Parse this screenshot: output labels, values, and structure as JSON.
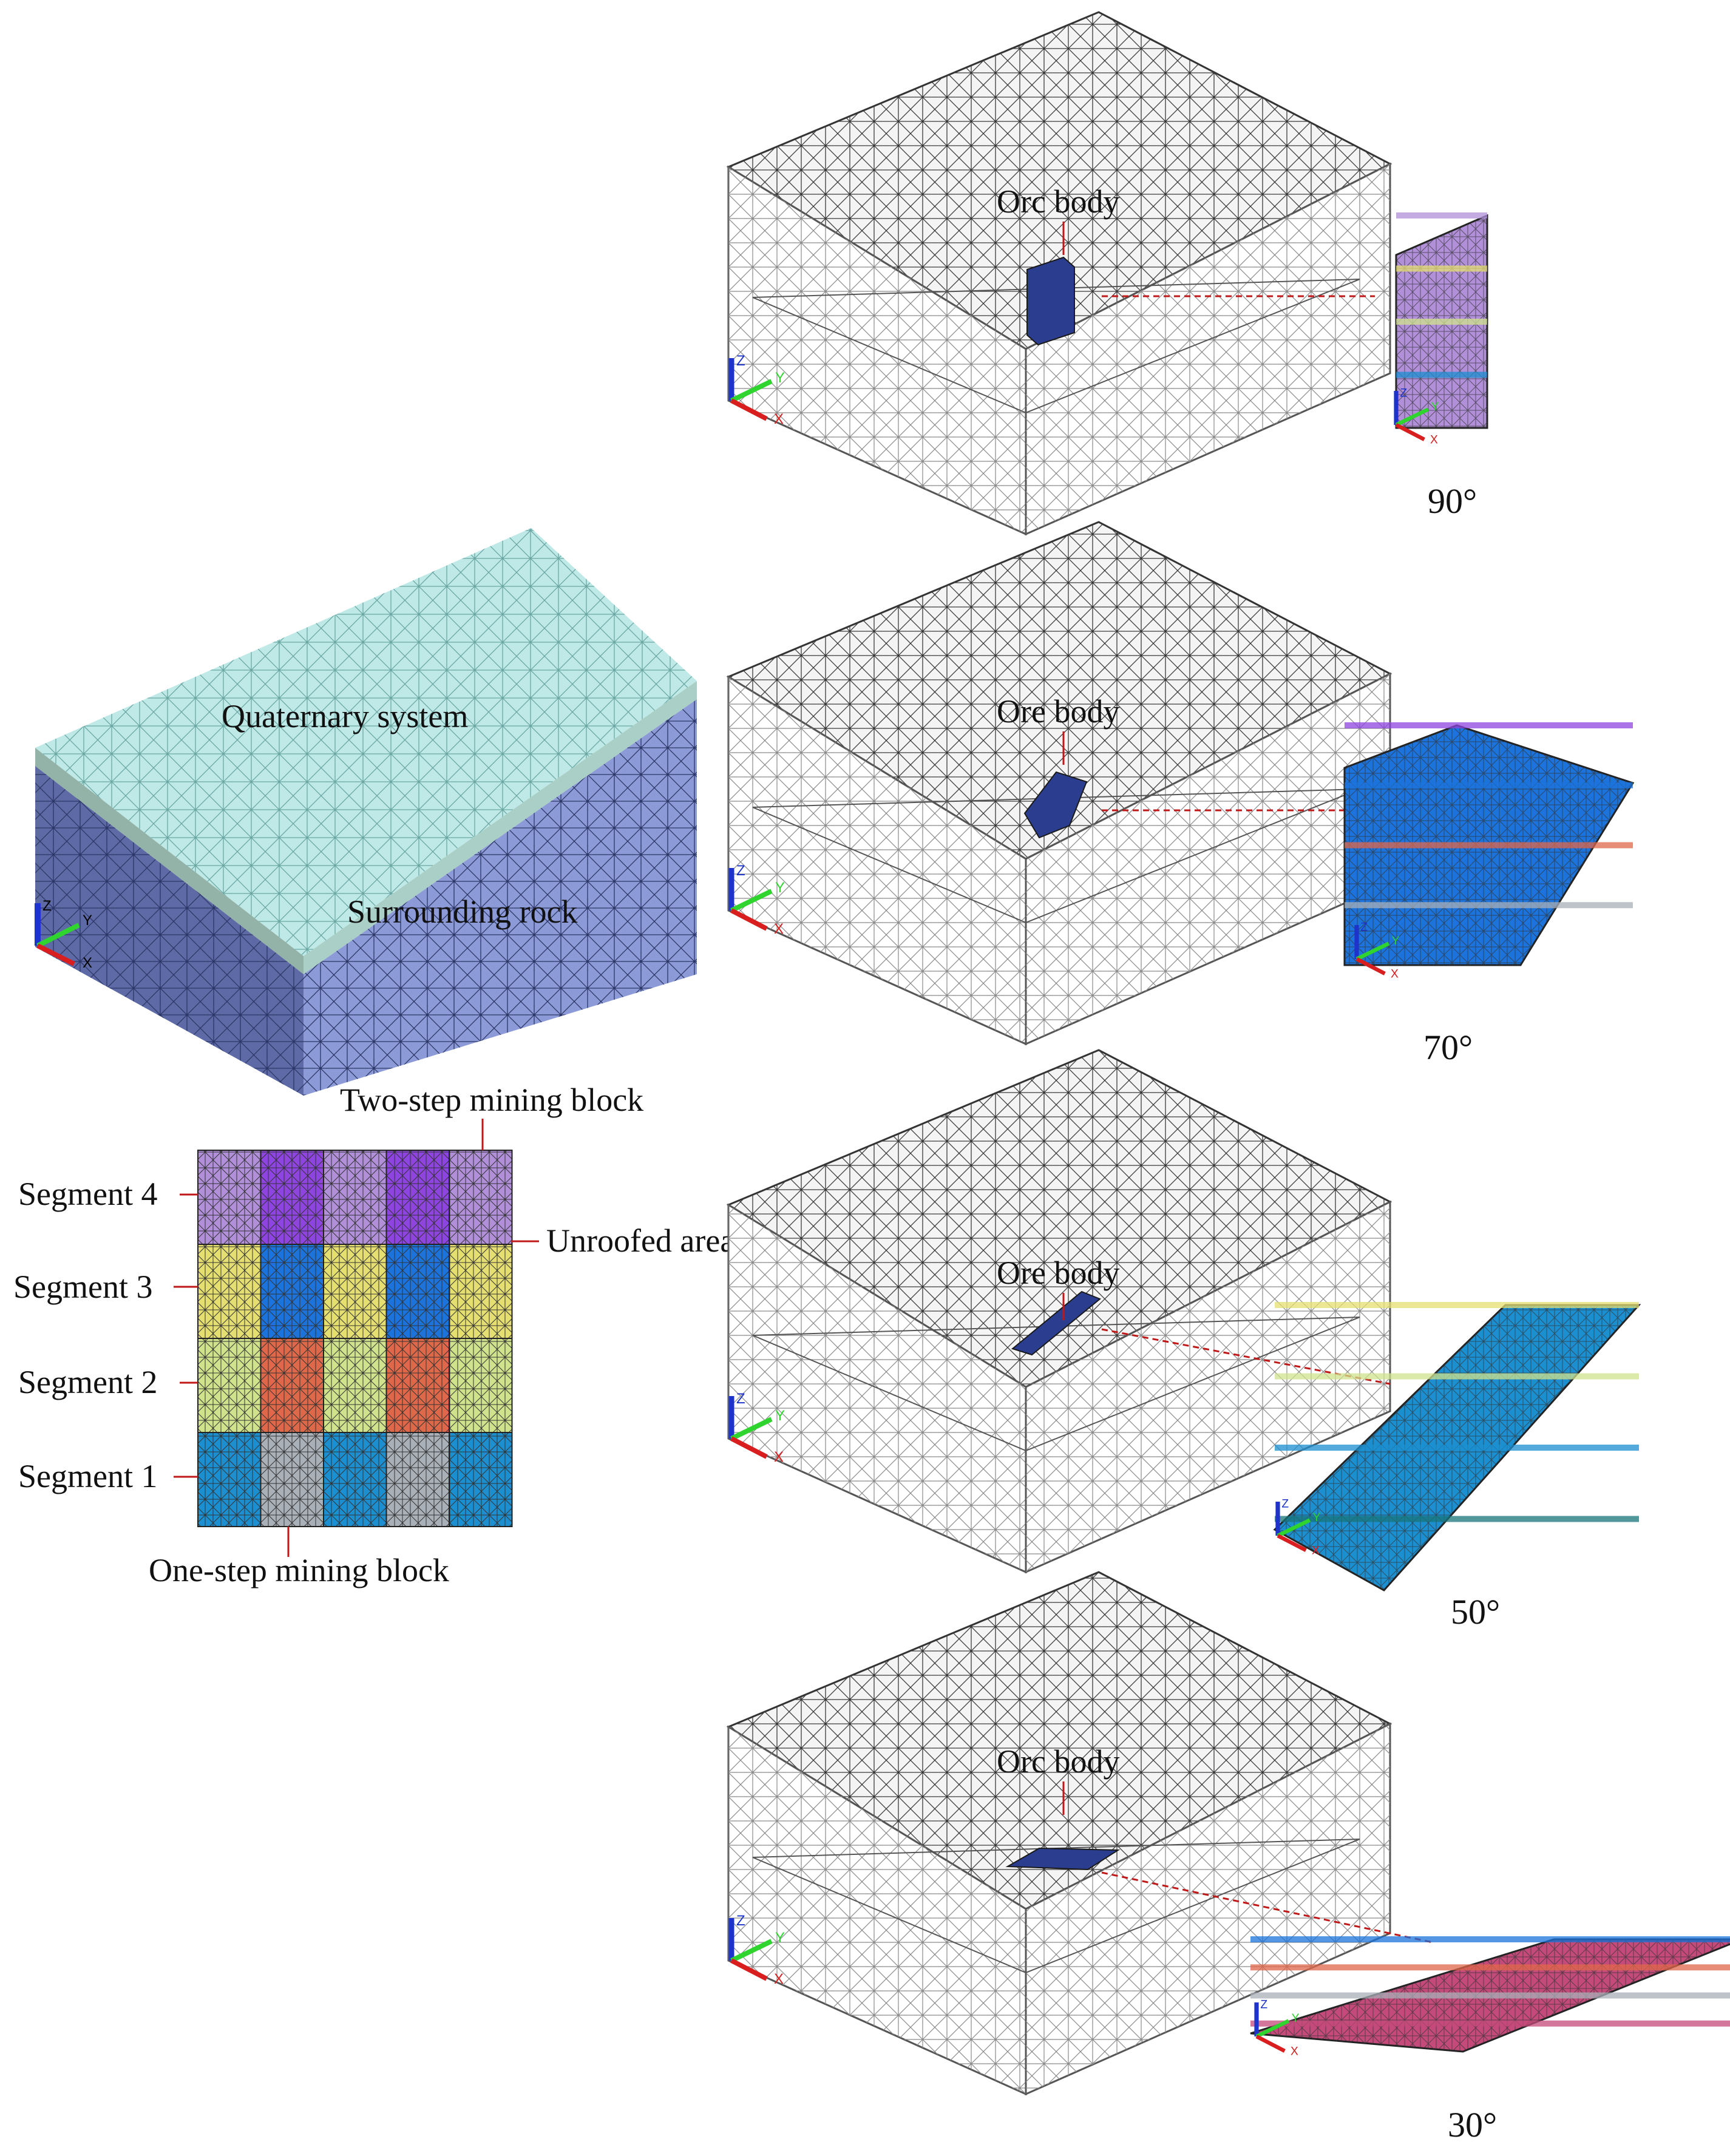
{
  "labels": {
    "quaternary": "Quaternary system",
    "surrounding": "Surrounding rock",
    "two_step": "Two-step mining block",
    "unroofed": "Unroofed area",
    "one_step": "One-step mining block",
    "segments": [
      "Segment 4",
      "Segment 3",
      "Segment 2",
      "Segment 1"
    ]
  },
  "panels": [
    {
      "angle": "90°",
      "ore_label": "Orc body"
    },
    {
      "angle": "70°",
      "ore_label": "Ore body"
    },
    {
      "angle": "50°",
      "ore_label": "Ore body"
    },
    {
      "angle": "30°",
      "ore_label": "Orc body"
    }
  ],
  "axes": {
    "x": "X",
    "y": "Y",
    "z": "Z"
  },
  "grid": {
    "columns": 5,
    "rows": 4,
    "row_colors": [
      [
        "#b18fd9",
        "#8e45e0",
        "#b18fd9",
        "#8e45e0",
        "#b18fd9"
      ],
      [
        "#e5df72",
        "#1b73db",
        "#e5df72",
        "#1b73db",
        "#e5df72"
      ],
      [
        "#d0e38c",
        "#e0684a",
        "#d0e38c",
        "#e0684a",
        "#d0e38c"
      ],
      [
        "#1c8fd0",
        "#a9b0b8",
        "#1c8fd0",
        "#a9b0b8",
        "#1c8fd0"
      ]
    ]
  },
  "colors": {
    "quaternary": "#bfe9e6",
    "rock_front": "#5d6aa6",
    "rock_side": "#8c9bd7",
    "annotation_line": "#c01818",
    "axis_x": "#d81e1e",
    "axis_y": "#2fd42f",
    "axis_z": "#1d33c9"
  }
}
